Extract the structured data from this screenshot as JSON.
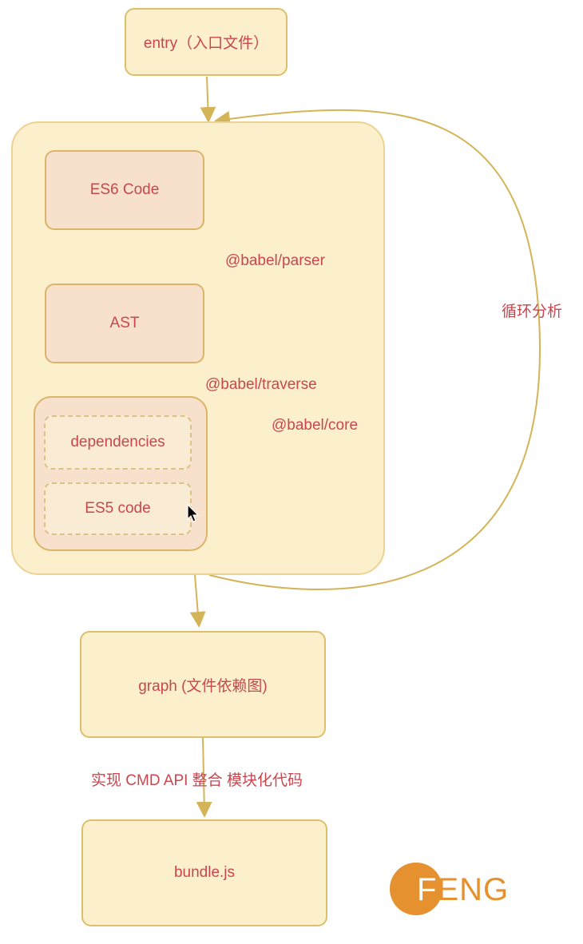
{
  "nodes": {
    "entry": "entry（入口文件）",
    "es6": "ES6 Code",
    "ast": "AST",
    "dependencies": "dependencies",
    "es5": "ES5 code",
    "graph": "graph (文件依赖图)",
    "bundle": "bundle.js"
  },
  "edge_labels": {
    "parser": "@babel/parser",
    "traverse": "@babel/traverse",
    "core": "@babel/core",
    "loop": "循环分析",
    "integrate": "实现 CMD API 整合 模块化代码"
  },
  "logo": {
    "text_first": "F",
    "text_rest": "ENG"
  },
  "colors": {
    "text": "#c8474f",
    "green_edge": "#8fbf6f",
    "gold_edge": "#d3b458",
    "node_fill": "#fbf0cb",
    "peach_fill": "#f7e1cc",
    "logo": "#e5912f"
  }
}
